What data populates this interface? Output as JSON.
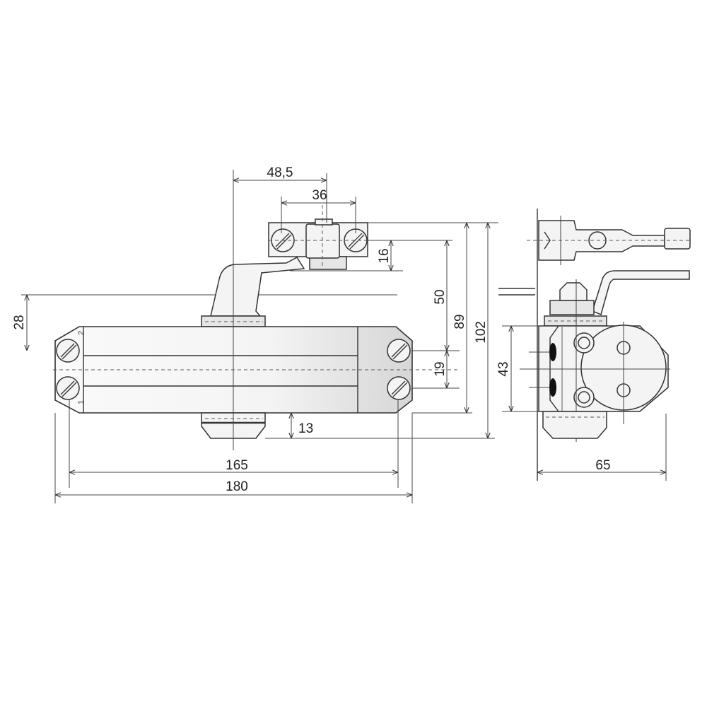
{
  "dimensions": {
    "arm_offset": "48,5",
    "bracket_hole_spacing": "36",
    "bracket_height": "16",
    "body_top_offset": "28",
    "arm_to_screw": "50",
    "screw_spacing_vertical": "19",
    "height_89": "89",
    "total_height": "102",
    "bottom_pad": "13",
    "hole_spacing": "165",
    "body_length": "180",
    "side_height": "43",
    "depth": "65"
  },
  "screw_marks": {
    "upper": "2",
    "lower": "1"
  }
}
